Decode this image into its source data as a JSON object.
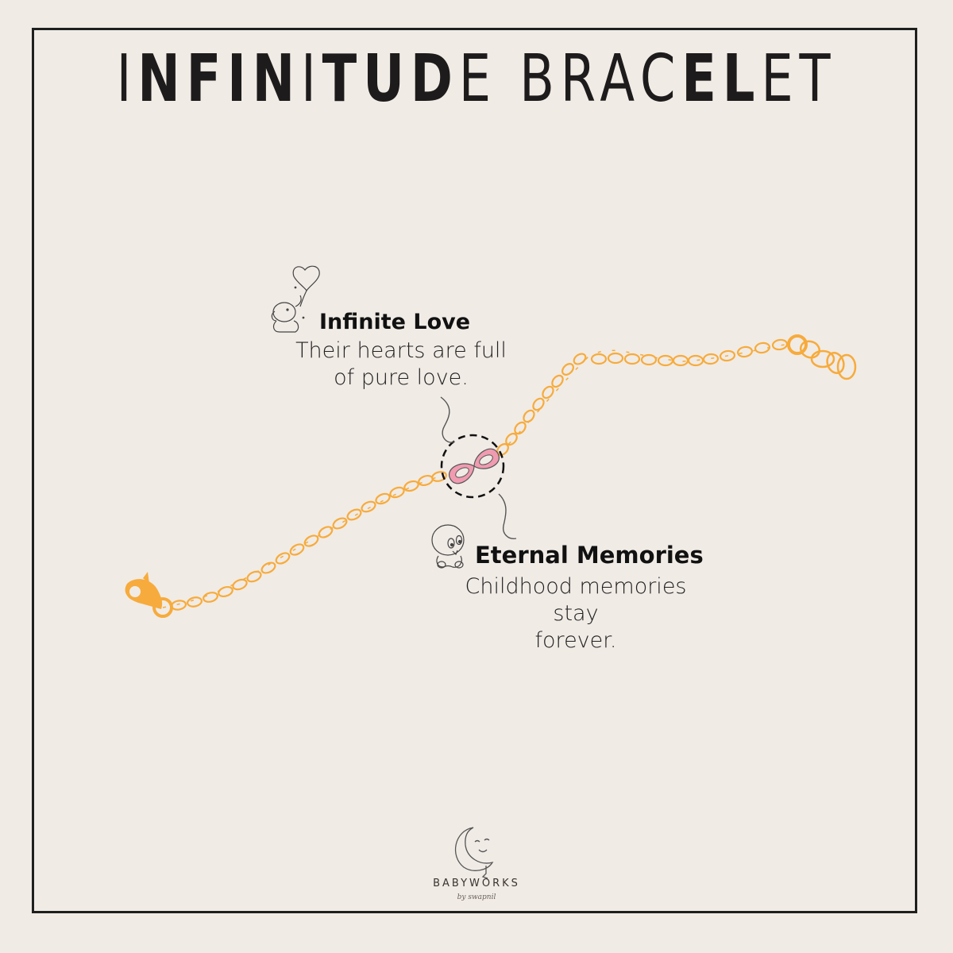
{
  "title": {
    "parts": [
      {
        "text": "I",
        "weight": "thin"
      },
      {
        "text": "NFIN",
        "weight": "thick"
      },
      {
        "text": "I",
        "weight": "thin"
      },
      {
        "text": "TUD",
        "weight": "thick"
      },
      {
        "text": "E BRAC",
        "weight": "thin"
      },
      {
        "text": "EL",
        "weight": "thick"
      },
      {
        "text": "ET",
        "weight": "thin"
      }
    ],
    "full": "INFINITUDE BRACELET"
  },
  "callouts": [
    {
      "icon": "elephant-with-heart-balloon-icon",
      "title": "Infinite Love",
      "body_lines": [
        "Their hearts are full",
        "of pure love."
      ]
    },
    {
      "icon": "baby-bird-icon",
      "title": "Eternal Memories",
      "body_lines": [
        "Childhood memories stay",
        "forever."
      ]
    }
  ],
  "bracelet": {
    "chain_color": "#f7ab3c",
    "charm_color": "#f09bb0",
    "charm": "infinity-charm",
    "clasp": "lobster-clasp"
  },
  "brand": {
    "name": "BABYWORKS",
    "tagline": "by swapnil",
    "logo": "smiling-crescent-moon-logo"
  },
  "colors": {
    "background": "#f0ebe5",
    "frame": "#1f1f1f",
    "text": "#111111"
  }
}
